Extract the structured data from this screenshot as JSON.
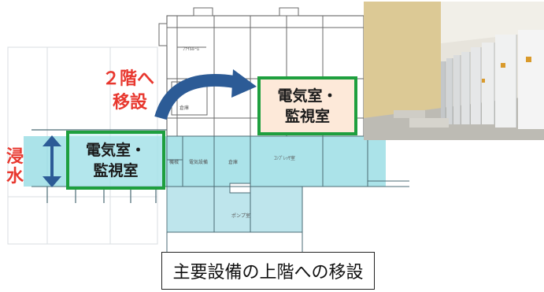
{
  "annotation": {
    "move_line1": "２階へ",
    "move_line2": "移設",
    "flood_char1": "浸",
    "flood_char2": "水"
  },
  "rooms": {
    "old_line1": "電気室・",
    "old_line2": "監視室",
    "new_line1": "電気室・",
    "new_line2": "監視室"
  },
  "caption": "主要設備の上階への移設",
  "tiny_labels": {
    "upper1": "ﾌｧｲﾙﾙｰﾑ",
    "upper2": "倉庫",
    "ground1": "機械",
    "ground2": "電気設備",
    "ground3": "倉庫",
    "ground4": "ｺﾝﾌﾟﾚｯｻ室",
    "basement": "ポンプ室"
  },
  "colors": {
    "flood_water": "#8fd9e2",
    "room_border": "#1e9f3e",
    "arrow": "#2c5b96",
    "flood_text": "#e8382f"
  }
}
